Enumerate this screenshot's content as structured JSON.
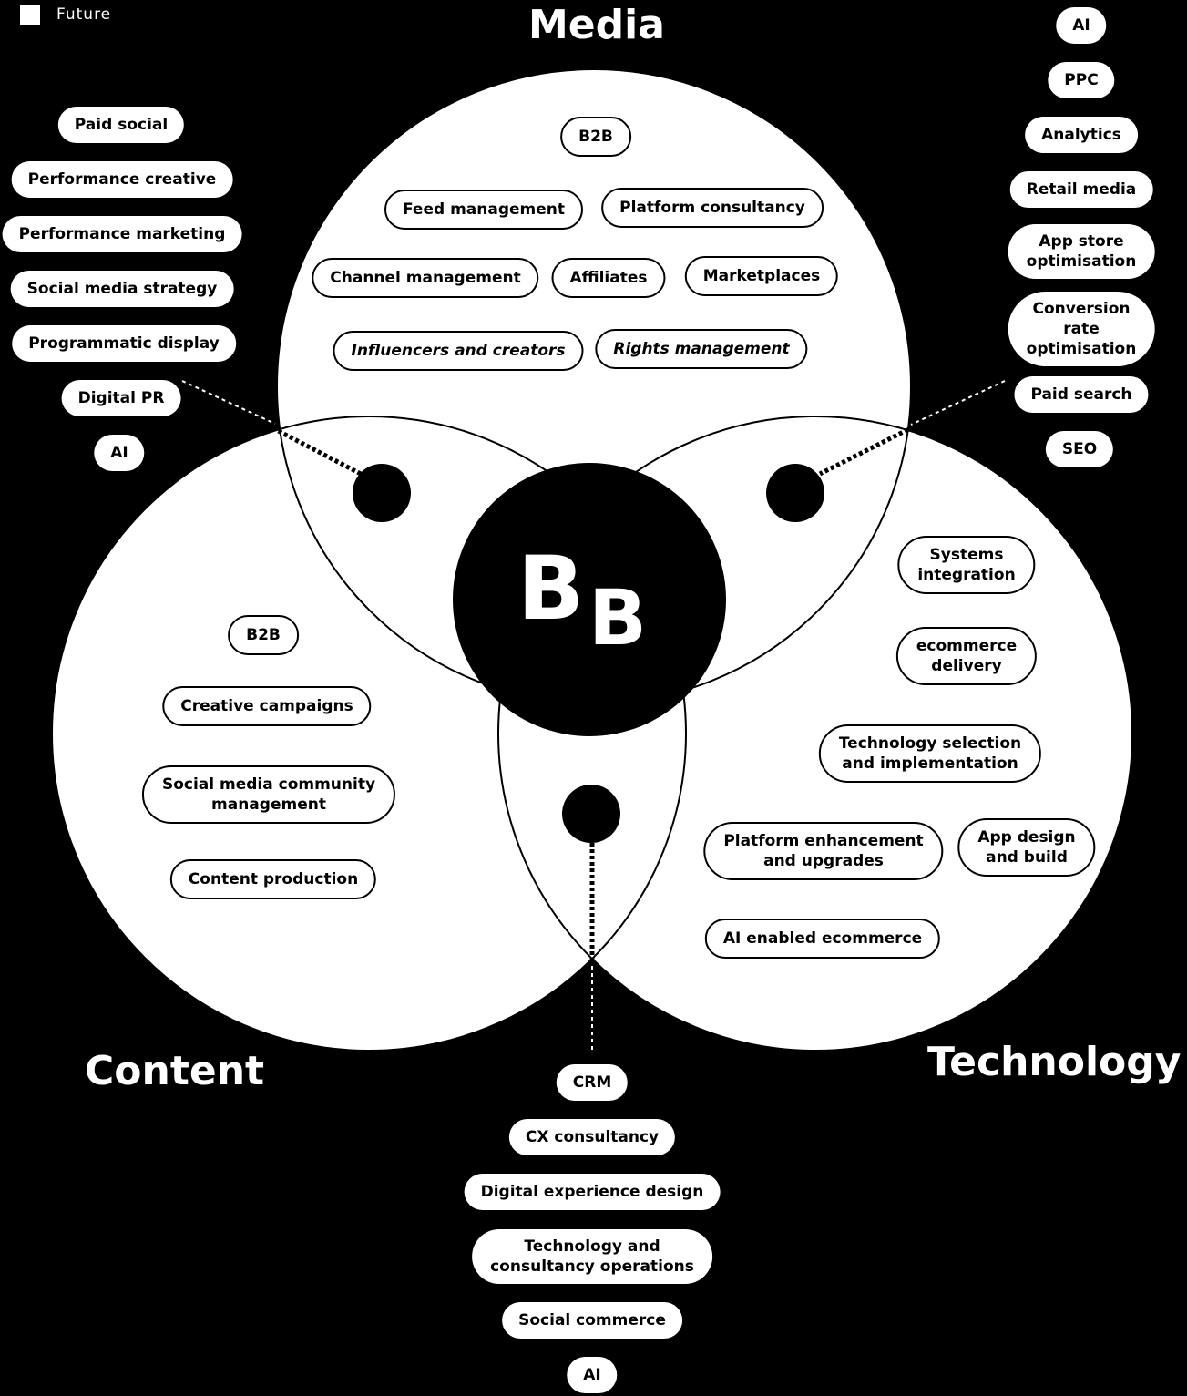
{
  "legend": {
    "label": "Future",
    "swatch_color": "#ffffff"
  },
  "headings": {
    "media": "Media",
    "content": "Content",
    "technology": "Technology"
  },
  "logo": {
    "letter1": "B",
    "letter2": "B"
  },
  "media": [
    "B2B",
    "Feed management",
    "Platform consultancy",
    "Channel management",
    "Affiliates",
    "Marketplaces",
    "Influencers and creators",
    "Rights management"
  ],
  "content": [
    "B2B",
    "Creative campaigns",
    "Social media community\nmanagement",
    "Content production"
  ],
  "technology": [
    "Systems\nintegration",
    "ecommerce\ndelivery",
    "Technology selection\nand implementation",
    "Platform enhancement\nand upgrades",
    "App design\nand build",
    "AI enabled ecommerce"
  ],
  "future_media_content": [
    "Paid social",
    "Performance creative",
    "Performance marketing",
    "Social media strategy",
    "Programmatic display",
    "Digital PR",
    "AI"
  ],
  "future_media_technology": [
    "AI",
    "PPC",
    "Analytics",
    "Retail media",
    "App store\noptimisation",
    "Conversion rate\noptimisation",
    "Paid search",
    "SEO"
  ],
  "future_content_technology": [
    "CRM",
    "CX consultancy",
    "Digital experience design",
    "Technology and\nconsultancy operations",
    "Social commerce",
    "AI"
  ],
  "colors": {
    "background": "#000000",
    "circle": "#ffffff",
    "ink": "#000000"
  }
}
